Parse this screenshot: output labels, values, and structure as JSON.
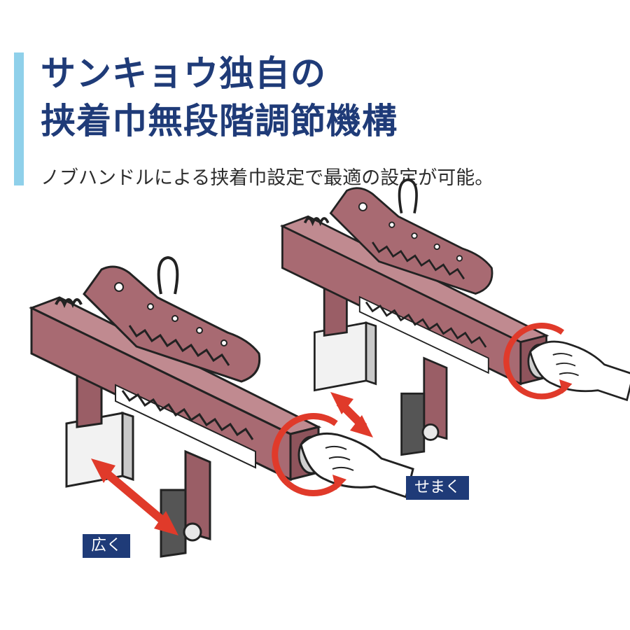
{
  "heading": {
    "line1": "サンキョウ独自の",
    "line2": "挟着巾無段階調節機構",
    "subtitle": "ノブハンドルによる挟着巾設定で最適の設定が可能。"
  },
  "labels": {
    "wide": "広く",
    "narrow": "せまく"
  },
  "colors": {
    "title": "#1f3b78",
    "accent_bar": "#8fd0ea",
    "clamp_body": "#a86a72",
    "arrow": "#e03a2a",
    "label_bg": "#1f3b78"
  },
  "icons": [
    "clamp-wide-icon",
    "clamp-narrow-icon",
    "hand-icon",
    "rotate-arrow-icon",
    "double-arrow-icon"
  ]
}
